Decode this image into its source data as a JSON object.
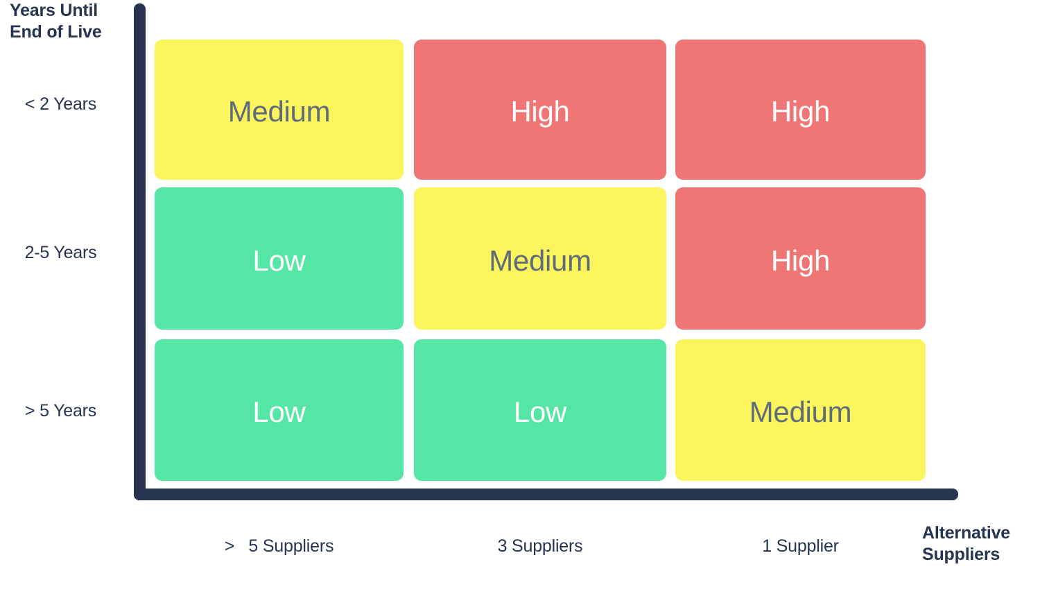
{
  "chart_data": {
    "type": "heatmap",
    "title": "",
    "xlabel": "Alternative Suppliers",
    "ylabel": "Years Until End of Live",
    "x_categories": [
      "> 5 Suppliers",
      "3 Suppliers",
      "1 Supplier"
    ],
    "y_categories": [
      "< 2 Years",
      "2-5 Years",
      "> 5 Years"
    ],
    "legend": [],
    "grid": false,
    "cells": [
      [
        {
          "value": "Medium",
          "level": "medium",
          "row": "< 2 Years",
          "column": "> 5 Suppliers"
        },
        {
          "value": "High",
          "level": "high",
          "row": "< 2 Years",
          "column": "3 Suppliers"
        },
        {
          "value": "High",
          "level": "high",
          "row": "< 2 Years",
          "column": "1 Supplier"
        }
      ],
      [
        {
          "value": "Low",
          "level": "low",
          "row": "2-5 Years",
          "column": "> 5 Suppliers"
        },
        {
          "value": "Medium",
          "level": "medium",
          "row": "2-5 Years",
          "column": "3 Suppliers"
        },
        {
          "value": "High",
          "level": "high",
          "row": "2-5 Years",
          "column": "1 Supplier"
        }
      ],
      [
        {
          "value": "Low",
          "level": "low",
          "row": "> 5 Years",
          "column": "> 5 Suppliers"
        },
        {
          "value": "Low",
          "level": "low",
          "row": "> 5 Years",
          "column": "3 Suppliers"
        },
        {
          "value": "Medium",
          "level": "medium",
          "row": "> 5 Years",
          "column": "1 Supplier"
        }
      ]
    ],
    "level_colors": {
      "low": "#55E6A5",
      "medium": "#FAF55C",
      "high": "#F07575"
    },
    "level_text_colors": {
      "low": "#FFFFFF",
      "medium": "#5F6B7A",
      "high": "#FFFFFF"
    }
  },
  "axes": {
    "y_title": "Years Until\nEnd of Live",
    "x_title": "Alternative\nSuppliers",
    "y_ticks": [
      "< 2 Years",
      "2-5 Years",
      "> 5 Years"
    ],
    "x_ticks": [
      ">   5 Suppliers",
      "3 Suppliers",
      "1 Supplier"
    ],
    "axis_color": "#273450"
  }
}
